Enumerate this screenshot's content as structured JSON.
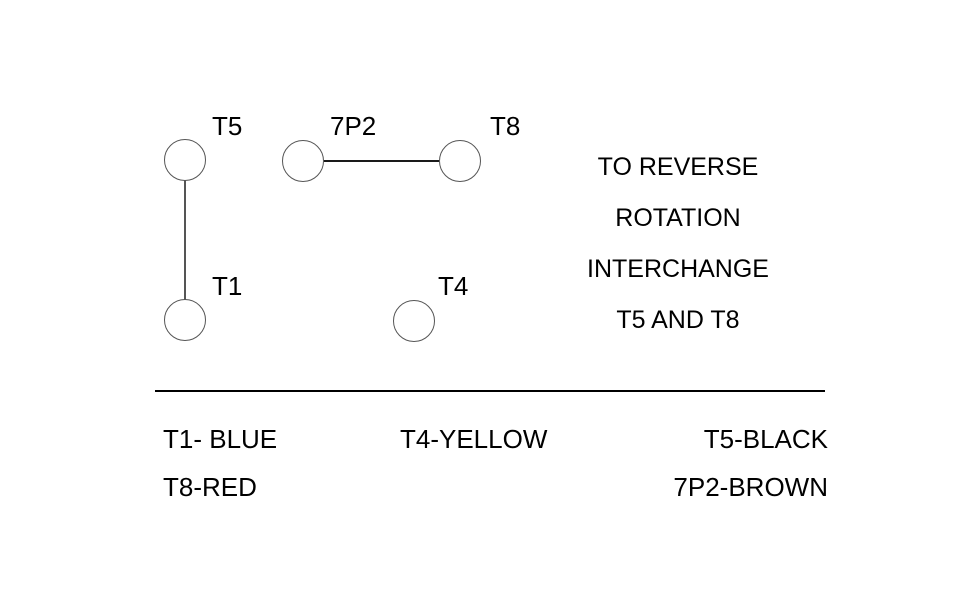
{
  "diagram": {
    "title": "motor-terminal-wiring-diagram",
    "terminals": [
      {
        "id": "t5",
        "label": "T5"
      },
      {
        "id": "t1",
        "label": "T1"
      },
      {
        "id": "7p2",
        "label": "7P2"
      },
      {
        "id": "t8",
        "label": "T8"
      },
      {
        "id": "t4",
        "label": "T4"
      }
    ],
    "connections": [
      {
        "id": "t5-t1",
        "from": "T5",
        "to": "T1",
        "orientation": "vertical"
      },
      {
        "id": "7p2-t8",
        "from": "7P2",
        "to": "T8",
        "orientation": "horizontal"
      }
    ],
    "note": {
      "lines": [
        "TO REVERSE",
        "ROTATION",
        "INTERCHANGE",
        "T5 AND T8"
      ]
    },
    "legend": {
      "left": [
        "T1- BLUE",
        "T8-RED"
      ],
      "middle": [
        "T4-YELLOW"
      ],
      "right": [
        "T5-BLACK",
        "7P2-BROWN"
      ]
    }
  },
  "colors": {
    "background": "#ffffff",
    "ink": "#000000",
    "wire": "#555555"
  }
}
